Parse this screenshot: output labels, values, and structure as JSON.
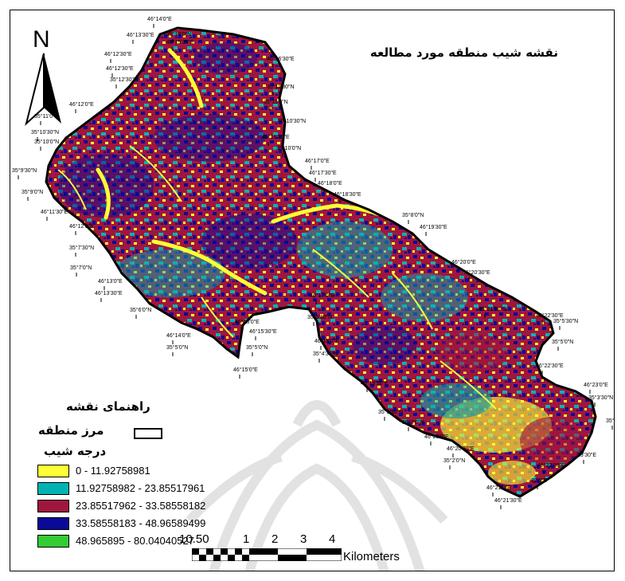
{
  "map": {
    "title": "نقشه شیب منطقه مورد مطالعه",
    "north_label": "N",
    "colors": {
      "class_1": "#ffff33",
      "class_2": "#00b3b3",
      "class_3": "#a0163e",
      "class_4": "#0a0a99",
      "class_5": "#33cc33"
    }
  },
  "coordinates": [
    "46°14'0\"E",
    "46°13'30\"E",
    "35°13'0\"N",
    "46°15'30\"E",
    "46°12'30\"E",
    "46°16'30\"E",
    "46°12'30\"E",
    "35°12'30\"N",
    "46°12'0\"E",
    "35°11'30\"N",
    "35°11'0\"N",
    "35°11'0\"N",
    "35°10'30\"N",
    "35°10'30\"N",
    "35°10'0\"N",
    "46°16'30\"E",
    "35°10'0\"N",
    "35°9'30\"N",
    "35°9'0\"N",
    "46°17'0\"E",
    "46°17'30\"E",
    "46°18'0\"E",
    "46°18'30\"E",
    "46°11'30\"E",
    "35°8'0\"N",
    "46°12'0\"E",
    "46°19'30\"E",
    "35°7'30\"N",
    "46°20'0\"E",
    "46°20'30\"E",
    "35°7'0\"N",
    "46°13'0\"E",
    "46°21'30\"E",
    "46°13'30\"E",
    "46°17'0\"E",
    "46°22'30\"E",
    "35°6'0\"N",
    "35°5'30\"N",
    "35°5'30\"N",
    "46°16'0\"E",
    "46°14'0\"E",
    "46°15'30\"E",
    "35°5'0\"N",
    "35°5'0\"N",
    "35°5'0\"N",
    "46°18'0\"E",
    "35°4'30\"N",
    "46°15'0\"E",
    "46°22'30\"E",
    "46°23'0\"E",
    "46°18'30\"E",
    "35°3'30\"N",
    "35°3'30\"N",
    "35°3'0\"N",
    "35°3'0\"N",
    "46°20'0\"E",
    "46°20'30\"E",
    "23'30\"E",
    "35°2'0\"N",
    "46°22'30\"E",
    "22'0\"E",
    "46°21'0\"E",
    "46°21'30\"E"
  ],
  "legend": {
    "title": "راهنمای نقشه",
    "boundary_label": "مرز منطقه",
    "slope_title": "درجه شیب",
    "classes": [
      {
        "label": "0 - 11.92758981",
        "color": "#ffff33"
      },
      {
        "label": "11.92758982 - 23.85517961",
        "color": "#00b3b3"
      },
      {
        "label": "23.85517962 - 33.58558182",
        "color": "#a0163e"
      },
      {
        "label": "33.58558183 - 48.96589499",
        "color": "#0a0a99"
      },
      {
        "label": "48.965895 - 80.04040527",
        "color": "#33cc33"
      }
    ]
  },
  "scale": {
    "labels": [
      "10.50",
      "1",
      "2",
      "3",
      "4"
    ],
    "unit": "Kilometers"
  }
}
